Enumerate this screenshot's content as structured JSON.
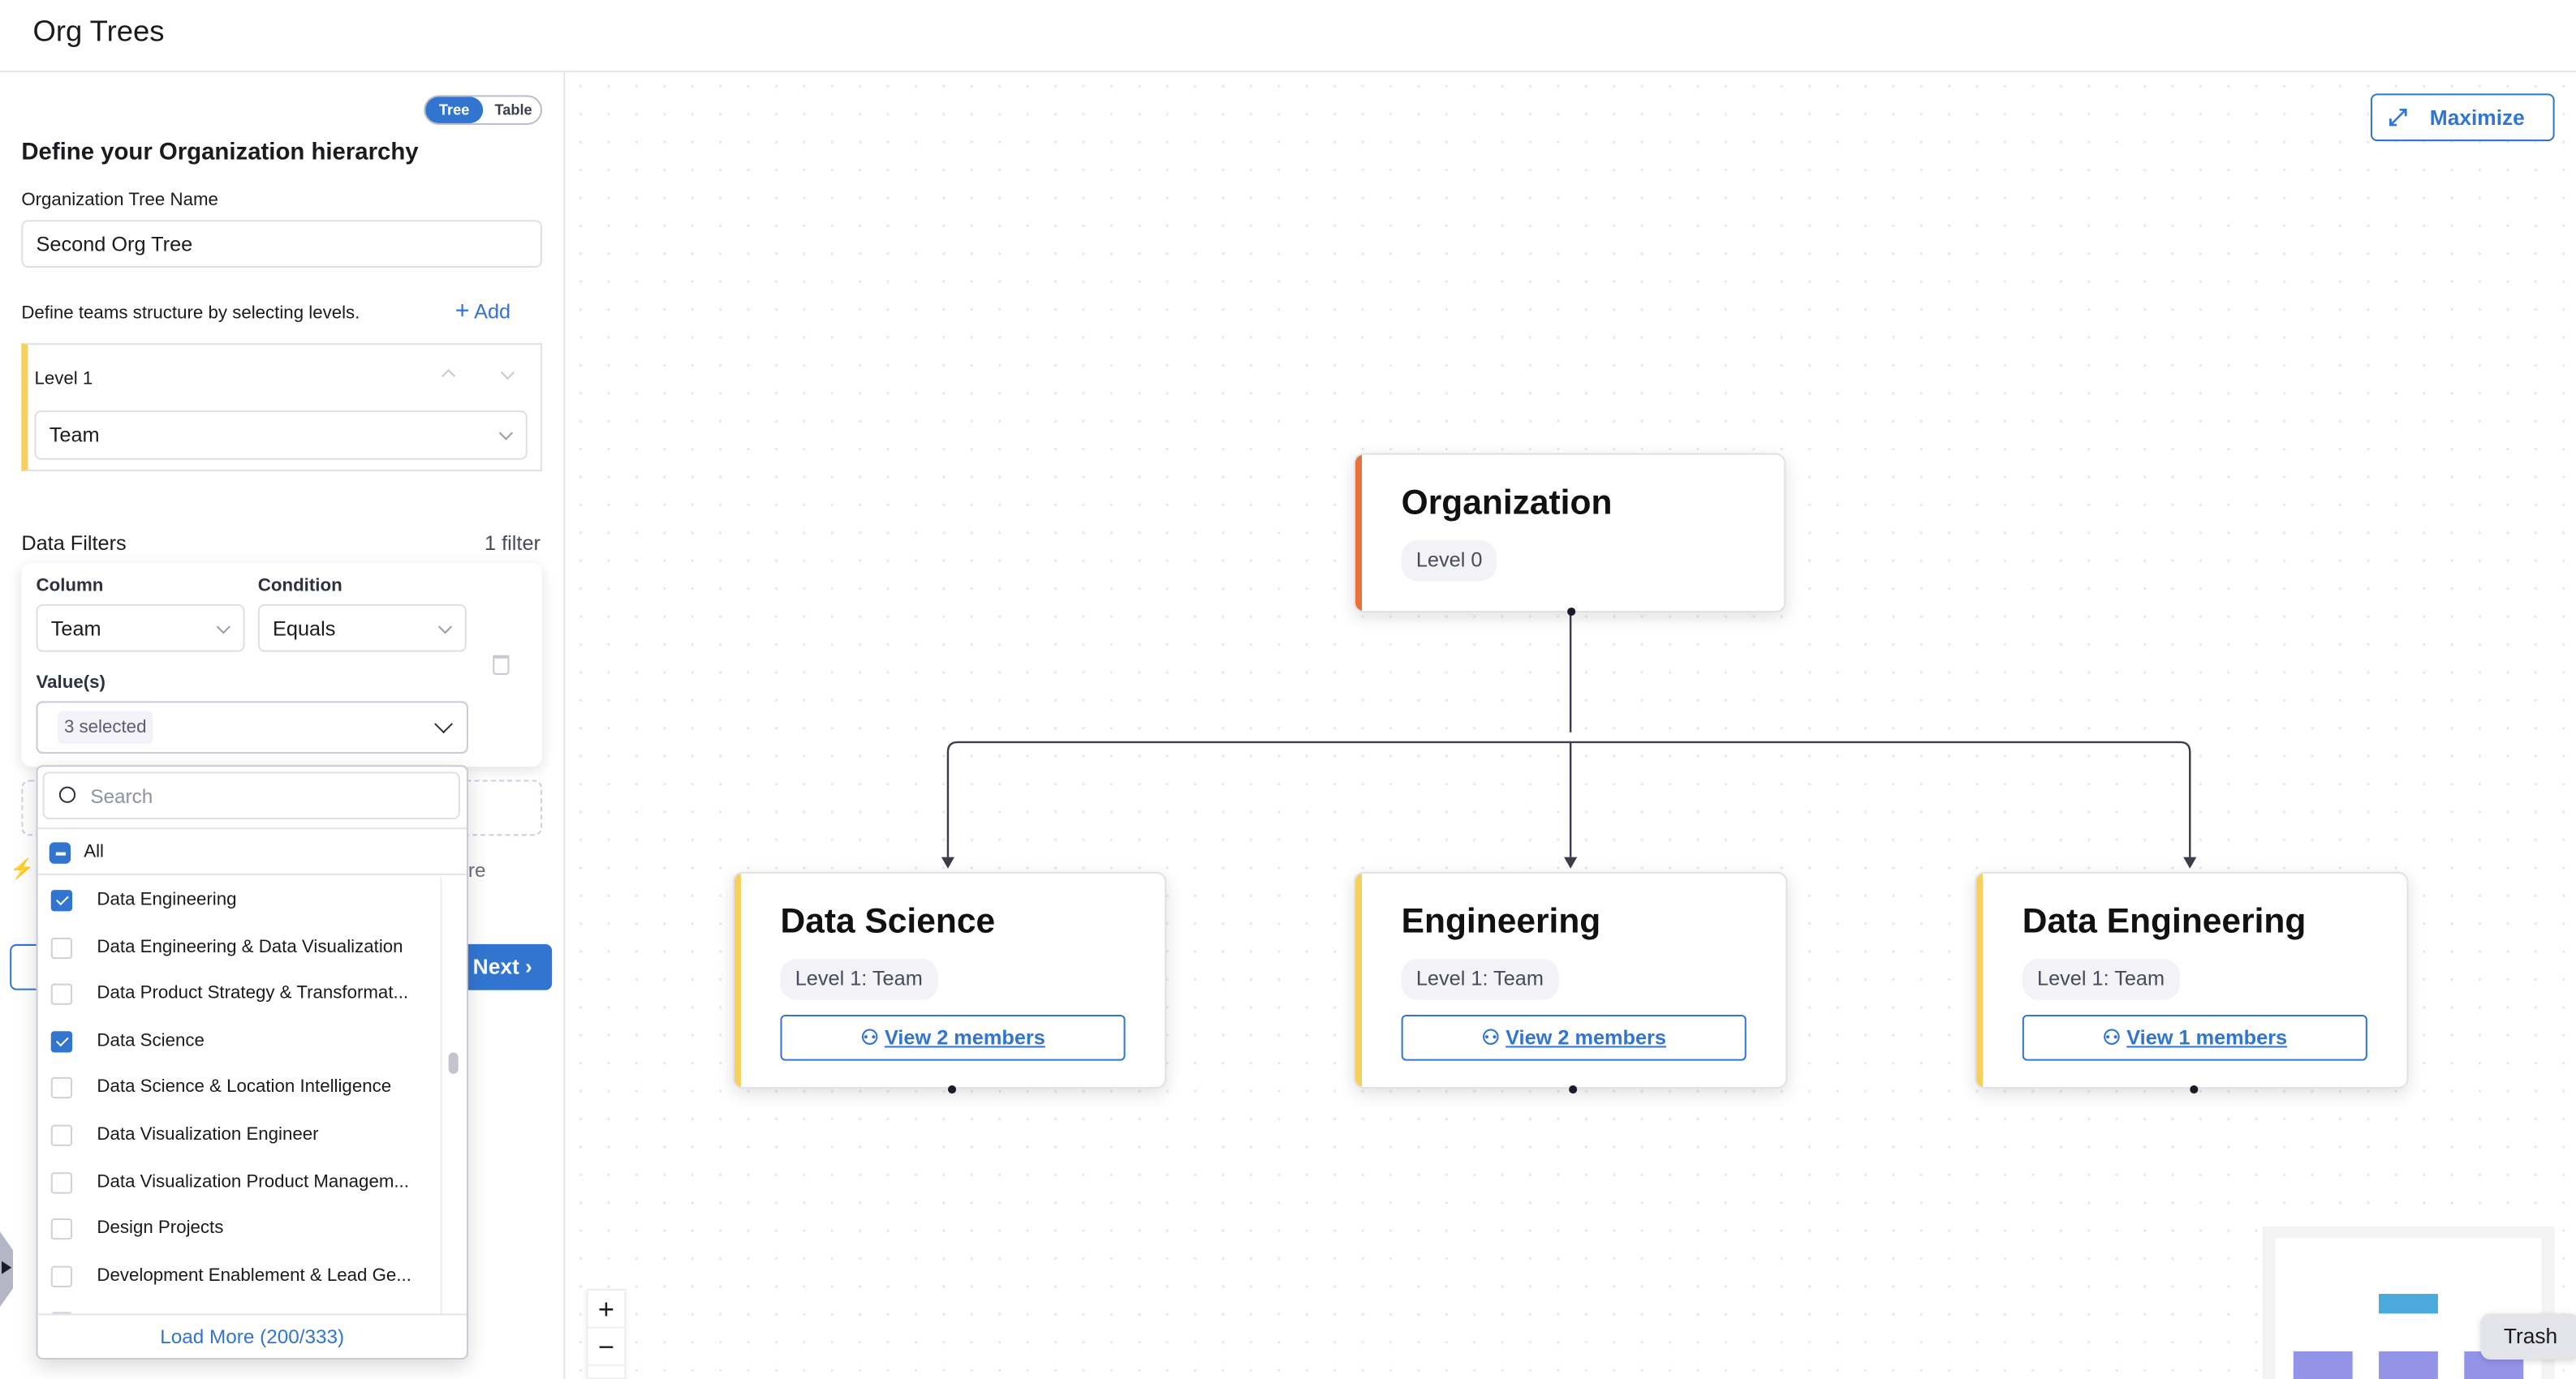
{
  "header": {
    "title": "Org Trees"
  },
  "left_panel": {
    "view_toggle": {
      "options": [
        "Tree",
        "Table"
      ],
      "selected": "Tree"
    },
    "heading": "Define your Organization hierarchy",
    "tree_name_label": "Organization Tree Name",
    "tree_name_value": "Second Org Tree",
    "levels_hint": "Define teams structure by selecting levels.",
    "add_label": "Add",
    "level": {
      "label": "Level 1",
      "value": "Team"
    },
    "filters": {
      "title": "Data Filters",
      "count": "1 filter",
      "column_label": "Column",
      "column_value": "Team",
      "condition_label": "Condition",
      "condition_value": "Equals",
      "values_label": "Value(s)",
      "values_chip": "3 selected"
    },
    "obscured_text": "re",
    "next_label": "Next"
  },
  "dropdown": {
    "search_placeholder": "Search",
    "all_label": "All",
    "items": [
      {
        "label": "Data Engineering",
        "checked": true
      },
      {
        "label": "Data Engineering & Data Visualization",
        "checked": false
      },
      {
        "label": "Data Product Strategy & Transformat...",
        "checked": false
      },
      {
        "label": "Data Science",
        "checked": true
      },
      {
        "label": "Data Science & Location Intelligence",
        "checked": false
      },
      {
        "label": "Data Visualization Engineer",
        "checked": false
      },
      {
        "label": "Data Visualization Product Managem...",
        "checked": false
      },
      {
        "label": "Design Projects",
        "checked": false
      },
      {
        "label": "Development Enablement & Lead Ge...",
        "checked": false
      }
    ],
    "load_more": "Load More (200/333)"
  },
  "canvas": {
    "maximize_label": "Maximize",
    "root": {
      "title": "Organization",
      "badge": "Level 0",
      "color": "#e8703a"
    },
    "children": [
      {
        "title": "Data Science",
        "badge": "Level 1: Team",
        "members": "View 2 members",
        "color": "#f5d05c"
      },
      {
        "title": "Engineering",
        "badge": "Level 1: Team",
        "members": "View 2 members",
        "color": "#f5d05c"
      },
      {
        "title": "Data Engineering",
        "badge": "Level 1: Team",
        "members": "View 1 members",
        "color": "#f5d05c"
      }
    ],
    "zoom_in": "+",
    "zoom_out": "−",
    "tooltip": "Trash"
  },
  "colors": {
    "accent": "#3275d0",
    "level_bar": "#f5d05c",
    "root_bar": "#e8703a",
    "minimap_root": "#4ca9de",
    "minimap_child": "#9394e8"
  }
}
